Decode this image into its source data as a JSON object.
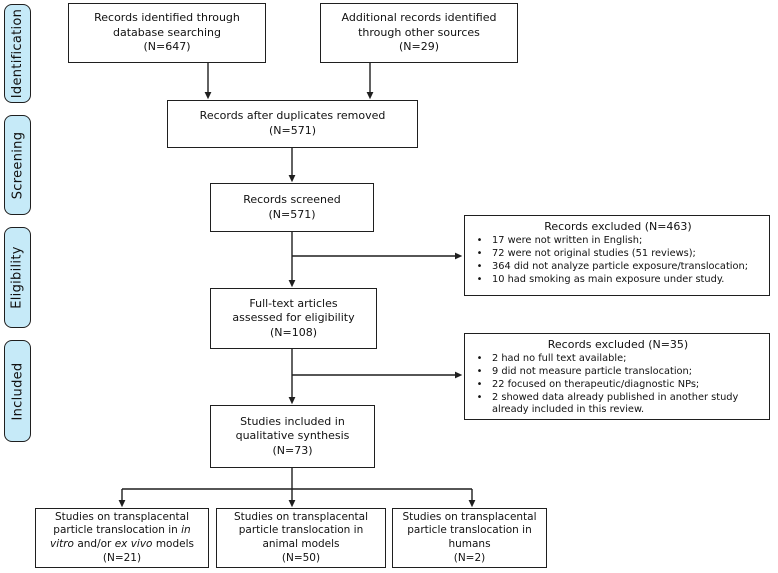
{
  "stages": [
    {
      "label": "Identification"
    },
    {
      "label": "Screening"
    },
    {
      "label": "Eligibility"
    },
    {
      "label": "Included"
    }
  ],
  "boxes": {
    "identified": "Records identified through\ndatabase searching\n(N=647)",
    "additional": "Additional records identified\nthrough other sources\n(N=29)",
    "duplicates_removed": "Records after duplicates removed\n(N=571)",
    "screened": "Records screened\n(N=571)",
    "fulltext": "Full-text articles\nassessed for eligibility\n(N=108)",
    "qualitative": "Studies included in\nqualitative synthesis\n(N=73)",
    "animal_models": "Studies on transplacental\nparticle translocation in\nanimal models\n(N=50)",
    "humans": "Studies on transplacental\nparticle translocation in\nhumans\n(N=2)"
  },
  "invitro_box_segments": [
    {
      "t": "Studies on transplacental\nparticle translocation in ",
      "i": false
    },
    {
      "t": "in\nvitro",
      "i": true
    },
    {
      "t": " and/or ",
      "i": false
    },
    {
      "t": "ex vivo",
      "i": true
    },
    {
      "t": " models\n(N=21)",
      "i": false
    }
  ],
  "excluded_screening": {
    "title": "Records excluded (N=463)",
    "items": [
      "17 were not written in English;",
      "72 were not original studies (51 reviews);",
      "364 did not analyze particle exposure/translocation;",
      "10 had smoking as main exposure under study."
    ]
  },
  "excluded_eligibility": {
    "title": "Records excluded (N=35)",
    "items": [
      "2 had no full text available;",
      "9 did not measure particle translocation;",
      "22 focused on therapeutic/diagnostic NPs;",
      "2 showed data already published in another study already included in this review."
    ]
  },
  "ui": {
    "bullet": "•",
    "stage_fill": "#c6eaf8",
    "line_color": "#1f1f1f"
  }
}
